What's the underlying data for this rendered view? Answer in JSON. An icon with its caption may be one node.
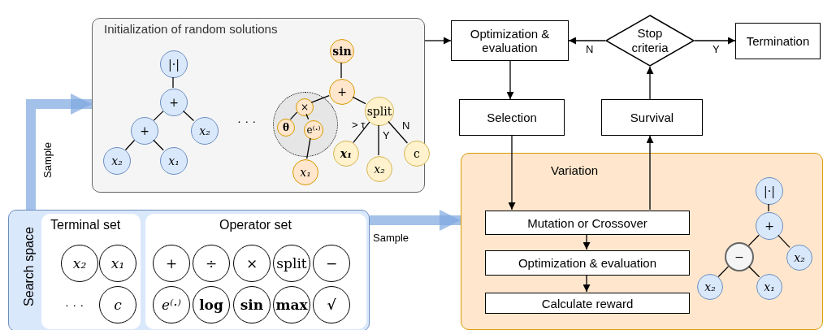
{
  "diagram": {
    "nodes": [
      {
        "text": [
          "Initialization of random solutions"
        ]
      },
      {
        "text": [
          "|·|"
        ],
        "in": 0
      },
      {
        "text": [
          "+"
        ],
        "in": 0
      },
      {
        "text": [
          "+"
        ],
        "in": 0
      },
      {
        "text": [
          "x₂"
        ],
        "in": 0
      },
      {
        "text": [
          "x₂"
        ],
        "in": 0
      },
      {
        "text": [
          "x₁"
        ],
        "in": 0
      },
      {
        "text": [
          "sin"
        ],
        "in": 0
      },
      {
        "text": [
          "+"
        ],
        "in": 0
      },
      {
        "text": [],
        "shape": "circle",
        "in": 0
      },
      {
        "text": [
          "×"
        ],
        "in": 9
      },
      {
        "text": [
          "θ"
        ],
        "in": 9
      },
      {
        "text": [
          "e⁽·⁾"
        ],
        "in": 9
      },
      {
        "text": [
          "x₁"
        ],
        "in": 0
      },
      {
        "text": [
          "split"
        ],
        "in": 0
      },
      {
        "text": [
          "x₁"
        ],
        "in": 0
      },
      {
        "text": [
          "x₂"
        ],
        "in": 0
      },
      {
        "text": [
          "c"
        ],
        "in": 0
      },
      {
        "text": [
          "Optimization & evaluation"
        ]
      },
      {
        "text": [
          "Stop criteria"
        ]
      },
      {
        "text": [
          "Termination"
        ]
      },
      {
        "text": [
          "Selection"
        ]
      },
      {
        "text": [
          "Survival"
        ]
      },
      {
        "text": [
          "Variation"
        ]
      },
      {
        "text": [
          "Mutation or Crossover"
        ],
        "in": 23
      },
      {
        "text": [
          "Optimization & evaluation"
        ],
        "in": 23
      },
      {
        "text": [
          "Calculate reward"
        ],
        "in": 23
      },
      {
        "text": [
          "|·|"
        ],
        "in": 23
      },
      {
        "text": [
          "+"
        ],
        "in": 23
      },
      {
        "text": [
          "−"
        ],
        "in": 23
      },
      {
        "text": [
          "x₂"
        ],
        "in": 23
      },
      {
        "text": [
          "x₂"
        ],
        "in": 23
      },
      {
        "text": [
          "x₁"
        ],
        "in": 23
      },
      {
        "text": [
          "Search space"
        ]
      },
      {
        "text": [
          "Terminal set"
        ],
        "in": 33
      },
      {
        "text": [
          "x₂"
        ],
        "in": 34
      },
      {
        "text": [
          "x₁"
        ],
        "in": 34
      },
      {
        "text": [
          "c"
        ],
        "in": 34
      },
      {
        "text": [
          "Operator set"
        ],
        "in": 33
      },
      {
        "text": [
          "+"
        ],
        "in": 38
      },
      {
        "text": [
          "÷"
        ],
        "in": 38
      },
      {
        "text": [
          "×"
        ],
        "in": 38
      },
      {
        "text": [
          "split"
        ],
        "in": 38
      },
      {
        "text": [
          "−"
        ],
        "in": 38
      },
      {
        "text": [
          "e⁽·⁾"
        ],
        "in": 38
      },
      {
        "text": [
          "log"
        ],
        "in": 38
      },
      {
        "text": [
          "sin"
        ],
        "in": 38
      },
      {
        "text": [
          "max"
        ],
        "in": 38
      },
      {
        "text": [
          "√"
        ],
        "in": 38
      }
    ],
    "edges": [
      {
        "from": 1,
        "to": 2,
        "arrow": "none"
      },
      {
        "from": 2,
        "to": 3,
        "arrow": "none"
      },
      {
        "from": 2,
        "to": 4,
        "arrow": "none"
      },
      {
        "from": 3,
        "to": 5,
        "arrow": "none"
      },
      {
        "from": 3,
        "to": 6,
        "arrow": "none"
      },
      {
        "from": 7,
        "to": 8,
        "arrow": "none"
      },
      {
        "from": 8,
        "to": 10,
        "arrow": "none"
      },
      {
        "from": 10,
        "to": 11,
        "arrow": "none"
      },
      {
        "from": 10,
        "to": 12,
        "arrow": "none"
      },
      {
        "from": 12,
        "to": 13,
        "arrow": "none"
      },
      {
        "from": 8,
        "to": 14,
        "arrow": "none"
      },
      {
        "from": 14,
        "to": 15,
        "label": "> τ",
        "arrow": "none"
      },
      {
        "from": 14,
        "to": 16,
        "label": "Y",
        "arrow": "none"
      },
      {
        "from": 14,
        "to": 17,
        "label": "N",
        "arrow": "none"
      },
      {
        "from": 33,
        "to": 0,
        "label": "Sample",
        "arrow": "to",
        "style": "thick",
        "color": "#7ea6e0"
      },
      {
        "from": 33,
        "to": 23,
        "label": "Sample",
        "arrow": "to",
        "style": "thick",
        "color": "#7ea6e0"
      },
      {
        "from": 0,
        "to": 18,
        "arrow": "to"
      },
      {
        "from": 18,
        "to": 21,
        "arrow": "to"
      },
      {
        "from": 21,
        "to": 24,
        "arrow": "to"
      },
      {
        "from": 24,
        "to": 25,
        "arrow": "to"
      },
      {
        "from": 25,
        "to": 26,
        "arrow": "to"
      },
      {
        "from": 24,
        "to": 22,
        "arrow": "to"
      },
      {
        "from": 22,
        "to": 19,
        "arrow": "to"
      },
      {
        "from": 19,
        "to": 18,
        "label": "N",
        "arrow": "to"
      },
      {
        "from": 19,
        "to": 20,
        "label": "Y",
        "arrow": "to"
      },
      {
        "from": 27,
        "to": 28,
        "arrow": "none"
      },
      {
        "from": 28,
        "to": 29,
        "arrow": "none"
      },
      {
        "from": 28,
        "to": 30,
        "arrow": "none"
      },
      {
        "from": 29,
        "to": 31,
        "arrow": "none"
      },
      {
        "from": 29,
        "to": 32,
        "arrow": "none"
      }
    ],
    "labels": [
      "· · ·",
      "· · ·"
    ]
  }
}
